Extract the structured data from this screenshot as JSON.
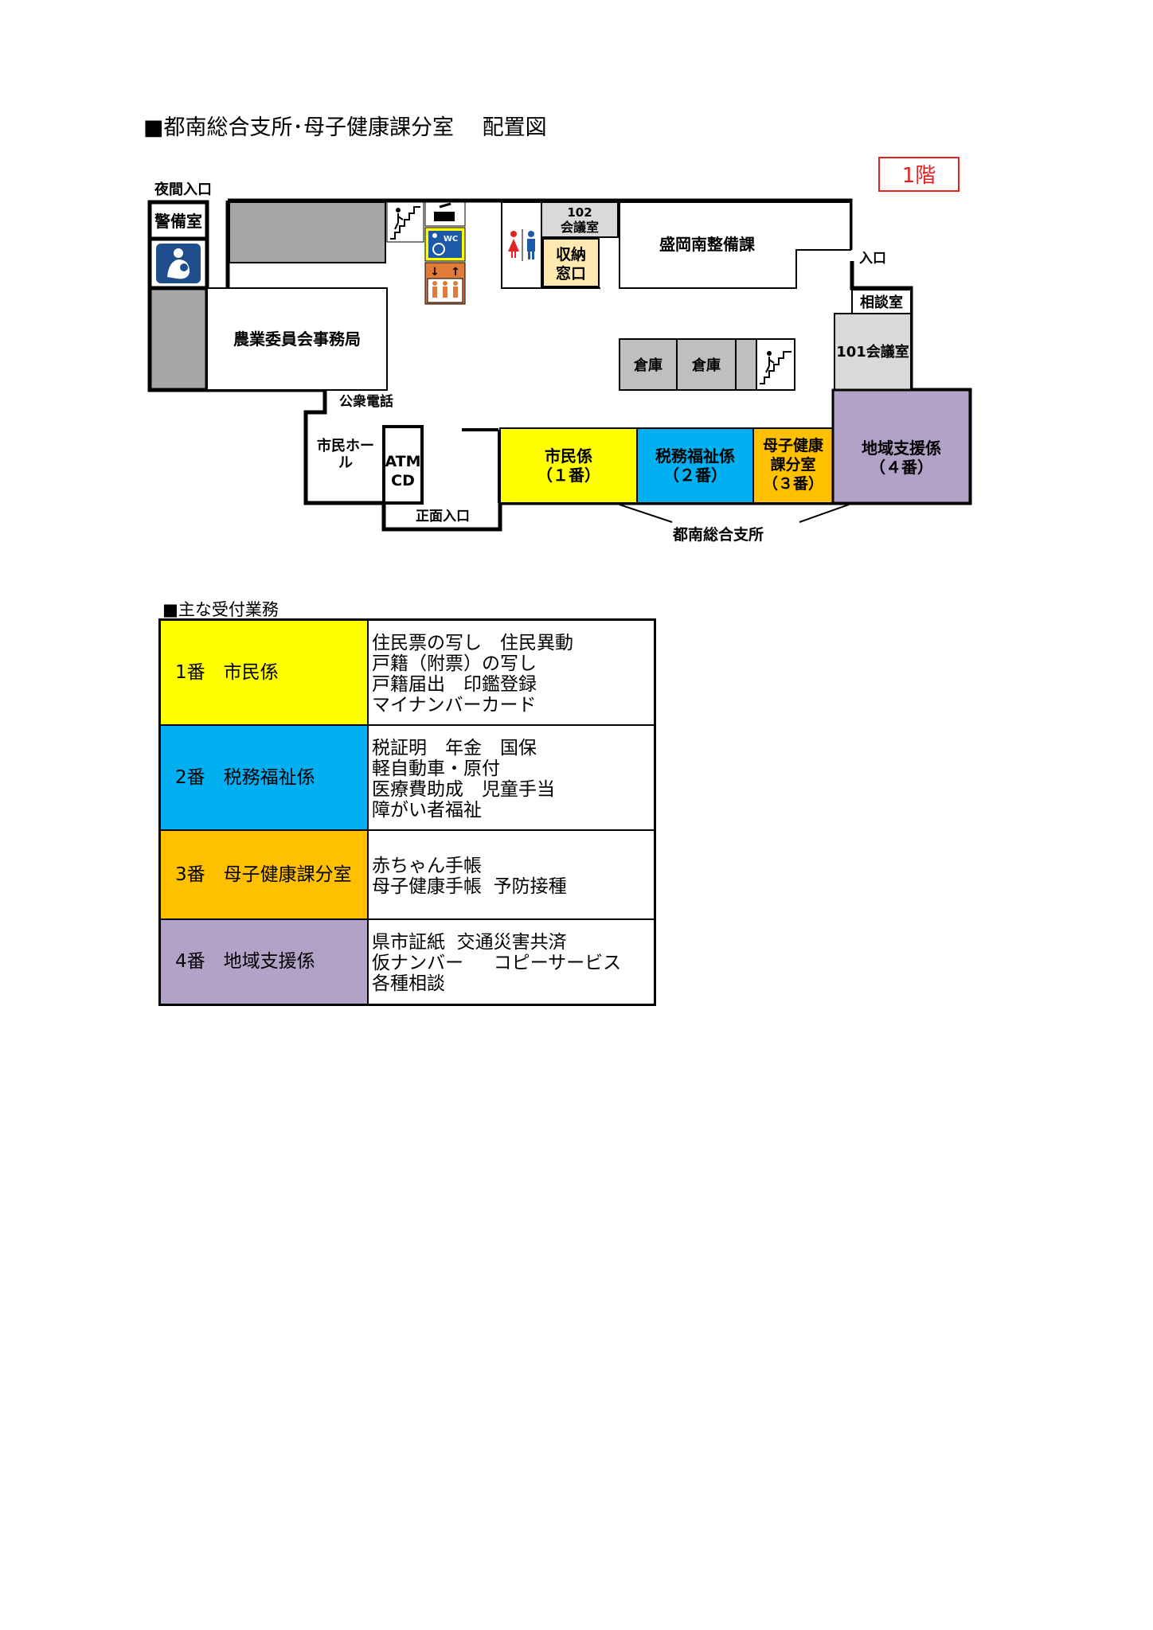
{
  "page_title": "■都南総合支所･母子健康課分室　 配置図",
  "floor_badge": "1階",
  "colors": {
    "window1": "#ffff00",
    "window2": "#00b0f0",
    "window3": "#ffc000",
    "window4": "#b3a2c7",
    "storage_gray": "#a6a6a6",
    "dark_gray": "#808080",
    "badge_red": "#e32222",
    "nursing_icon": "#1f4e8c",
    "toilet_icon_blue": "#1c5aa8",
    "elevator_orange": "#e07b39"
  },
  "floor_plan": {
    "night_entrance": "夜間入口",
    "guard_room": "警備室",
    "agriculture_office": "農業委員会事務局",
    "public_phone": "公衆電話",
    "citizen_hall": [
      "市民ホー",
      "ル"
    ],
    "atm": [
      "ATM",
      "CD"
    ],
    "front_entrance": "正面入口",
    "meeting_room_102": [
      "102",
      "会議室"
    ],
    "payment_window": [
      "収納",
      "窓口"
    ],
    "road_division": "盛岡南整備課",
    "entrance_east": "入口",
    "consultation_room": "相談室",
    "storage_1": "倉庫",
    "storage_2": "倉庫",
    "meeting_room_101": "101会議室",
    "window1": [
      "市民係",
      "（１番）"
    ],
    "window2": [
      "税務福祉係",
      "（２番）"
    ],
    "window3": [
      "母子健康",
      "課分室",
      "（３番）"
    ],
    "window4": [
      "地域支援係",
      "（４番）"
    ],
    "branch_office": "都南総合支所",
    "icons": [
      "stairs-icon",
      "baby-changing-icon",
      "wheelchair-wc-icon",
      "elevator-icon",
      "toilet-icon",
      "nursing-room-icon"
    ],
    "wc_text": "WC"
  },
  "services": {
    "heading": "■主な受付業務",
    "rows": [
      {
        "label": "1番　市民係",
        "color": "#ffff00",
        "items": [
          "住民票の写し　住民異動",
          "戸籍（附票）の写し",
          "戸籍届出　印鑑登録",
          "マイナンバーカード"
        ]
      },
      {
        "label": "2番　税務福祉係",
        "color": "#00b0f0",
        "items": [
          "税証明　年金　国保",
          "軽自動車・原付",
          "医療費助成　児童手当",
          "障がい者福祉"
        ]
      },
      {
        "label": "3番　母子健康課分室",
        "color": "#ffc000",
        "items": [
          "赤ちゃん手帳",
          "母子健康手帳  予防接種"
        ]
      },
      {
        "label": "4番　地域支援係",
        "color": "#b3a2c7",
        "items": [
          "県市証紙  交通災害共済",
          "仮ナンバー　  コピーサービス",
          "各種相談"
        ]
      }
    ]
  }
}
